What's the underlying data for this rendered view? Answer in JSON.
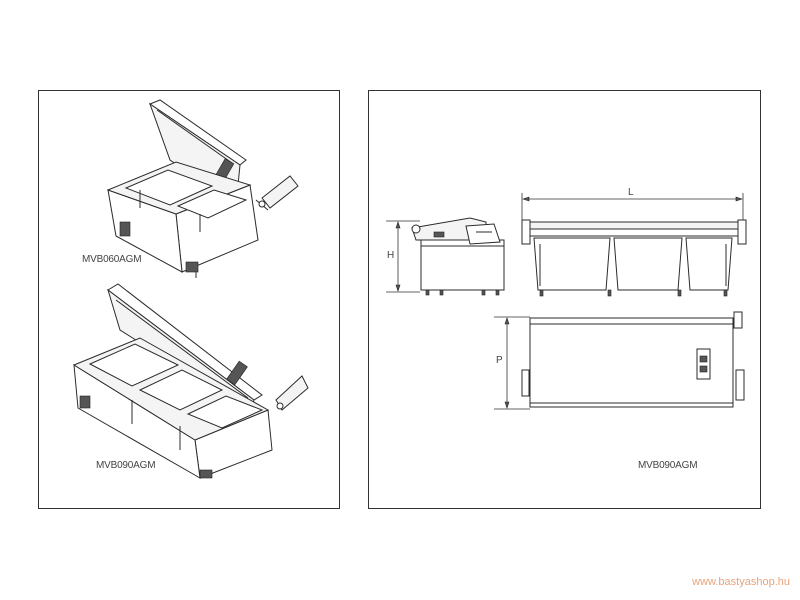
{
  "left_panel": {
    "model_top": "MVB060AGM",
    "model_bottom": "MVB090AGM"
  },
  "right_panel": {
    "dim_length": "L",
    "dim_height": "H",
    "dim_depth": "P",
    "model": "MVB090AGM"
  },
  "watermark": "www.bastyashop.hu"
}
